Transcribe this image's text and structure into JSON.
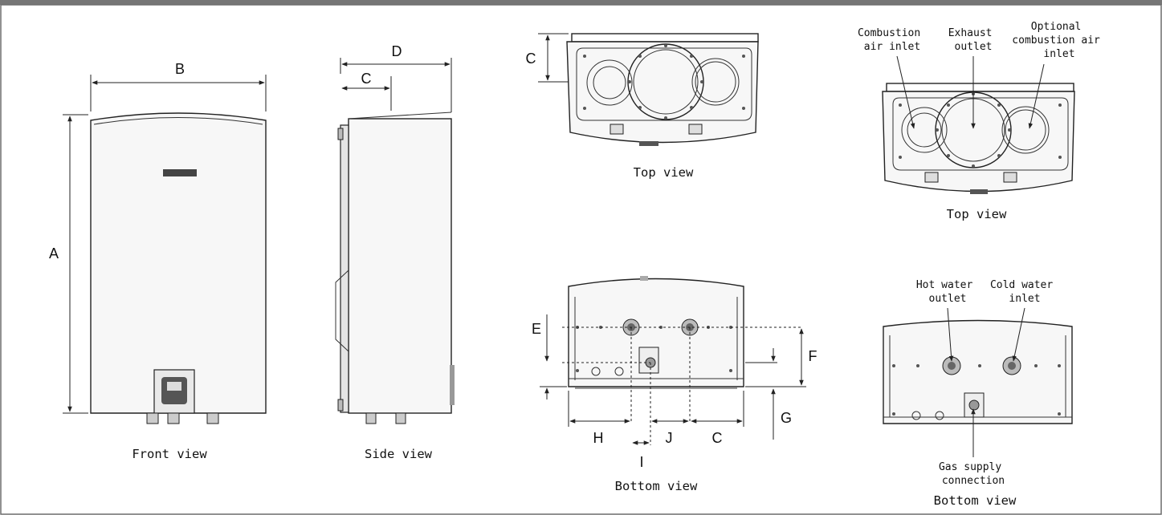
{
  "labels": {
    "front_width": "B",
    "front_height": "A",
    "side_depth": "D",
    "side_offset": "C",
    "top_depth": "C",
    "bottom_e": "E",
    "bottom_f": "F",
    "bottom_g": "G",
    "bottom_h": "H",
    "bottom_i": "I",
    "bottom_j": "J",
    "bottom_c": "C"
  },
  "captions": {
    "front": "Front view",
    "side": "Side view",
    "top_dim": "Top view",
    "bottom_dim": "Bottom view",
    "top_ports": "Top view",
    "bottom_conn": "Bottom view"
  },
  "callouts": {
    "combustion_air_inlet": [
      "Combustion",
      "air inlet"
    ],
    "exhaust_outlet": [
      "Exhaust",
      "outlet"
    ],
    "optional_combustion_air_inlet": [
      "Optional",
      "combustion air",
      "inlet"
    ],
    "hot_water_outlet": [
      "Hot water",
      "outlet"
    ],
    "cold_water_inlet": [
      "Cold water",
      "inlet"
    ],
    "gas_supply_connection": [
      "Gas supply",
      "connection"
    ]
  }
}
